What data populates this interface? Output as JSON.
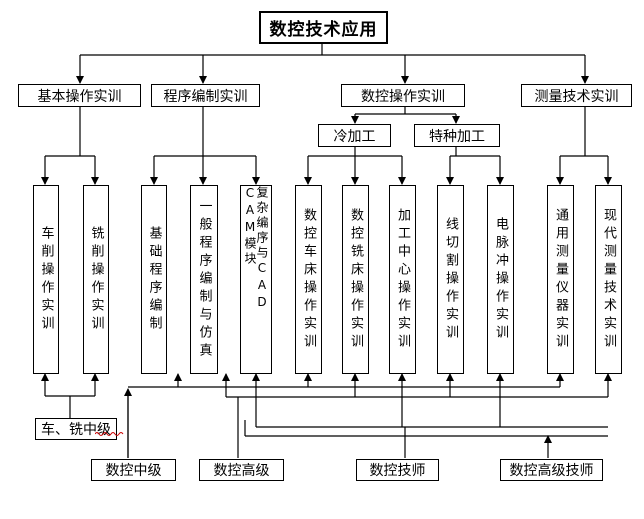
{
  "root": "数控技术应用",
  "categories": {
    "basic": "基本操作实训",
    "program": "程序编制实训",
    "nc": "数控操作实训",
    "measure": "测量技术实训"
  },
  "sub": {
    "cold": "冷加工",
    "special": "特种加工"
  },
  "leaves": [
    "车削操作实训",
    "铣削操作实训",
    "基础程序编制",
    "一般程序编制与仿真",
    "复杂编序与CAD CAM模块",
    "数控车床操作实训",
    "数控铣床操作实训",
    "加工中心操作实训",
    "线切割操作实训",
    "电脉冲操作实训",
    "通用测量仪器实训",
    "现代测量技术实训"
  ],
  "levels": {
    "l1": "车、铣中级",
    "l2": "数控中级",
    "l3": "数控高级",
    "l4": "数控技师",
    "l5": "数控高级技师"
  }
}
